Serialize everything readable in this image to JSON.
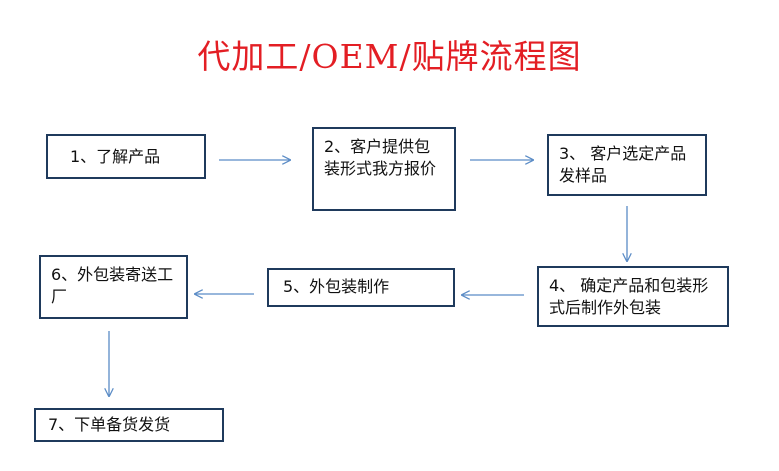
{
  "title": "代加工/OEM/贴牌流程图",
  "steps": [
    {
      "id": 1,
      "text": "1、了解产品"
    },
    {
      "id": 2,
      "text": "2、客户提供包装形式我方报价"
    },
    {
      "id": 3,
      "text": "3、 客户选定产品发样品"
    },
    {
      "id": 4,
      "text": "4、 确定产品和包装形式后制作外包装"
    },
    {
      "id": 5,
      "text": "5、外包装制作"
    },
    {
      "id": 6,
      "text": "6、外包装寄送工厂"
    },
    {
      "id": 7,
      "text": "7、下单备货发货"
    }
  ],
  "colors": {
    "title": "#e31e24",
    "border": "#1f3a5c",
    "arrow": "#5b8cc6"
  }
}
